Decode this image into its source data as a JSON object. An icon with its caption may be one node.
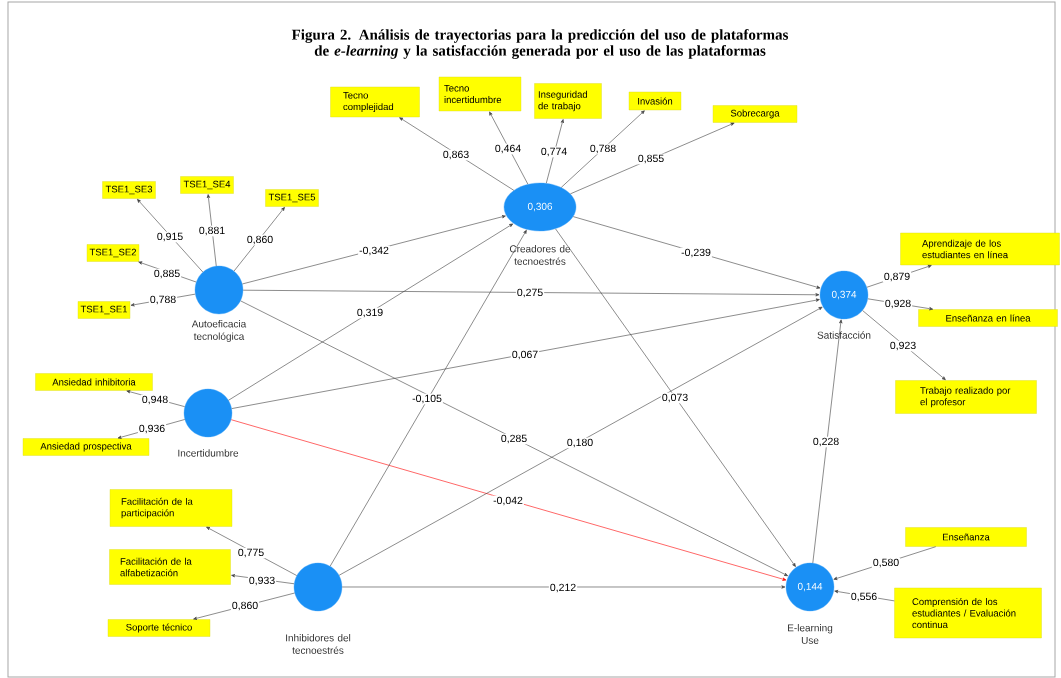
{
  "diagram": {
    "title": "Figura 2. Análisis de trayectorias para la predicción del uso de plataformas de *e-learning* y la satisfacción generada por el uso de las plataformas",
    "nodes": [
      {
        "text": [],
        "shape": "circle",
        "beside": [
          "Autoeficacia tecnológica"
        ]
      },
      {
        "text": [
          "0,306"
        ],
        "beside": [
          "Creadores de tecnoestrés"
        ]
      },
      {
        "text": [
          "0,374"
        ],
        "beside": [
          "Satisfacción"
        ]
      },
      {
        "text": [],
        "shape": "circle",
        "beside": [
          "Incertidumbre"
        ]
      },
      {
        "text": [],
        "shape": "circle",
        "beside": [
          "Inhibidores del tecnoestrés"
        ]
      },
      {
        "text": [
          "0,144"
        ],
        "beside": [
          "E-learning Use"
        ]
      },
      {
        "text": [
          "TSE1_SE1"
        ]
      },
      {
        "text": [
          "TSE1_SE2"
        ]
      },
      {
        "text": [
          "TSE1_SE3"
        ]
      },
      {
        "text": [
          "TSE1_SE4"
        ]
      },
      {
        "text": [
          "TSE1_SE5"
        ]
      },
      {
        "text": [
          "Tecno complejidad"
        ]
      },
      {
        "text": [
          "Tecno incertidumbre"
        ]
      },
      {
        "text": [
          "Inseguridad de trabajo"
        ]
      },
      {
        "text": [
          "Invasión"
        ]
      },
      {
        "text": [
          "Sobrecarga"
        ]
      },
      {
        "text": [
          "Aprendizaje de los estudiantes en línea"
        ]
      },
      {
        "text": [
          "Enseñanza en línea"
        ]
      },
      {
        "text": [
          "Trabajo realizado por el profesor"
        ]
      },
      {
        "text": [
          "Ansiedad inhibitoria"
        ]
      },
      {
        "text": [
          "Ansiedad prospectiva"
        ]
      },
      {
        "text": [
          "Facilitación de la participación"
        ]
      },
      {
        "text": [
          "Facilitación de la alfabetización"
        ]
      },
      {
        "text": [
          "Soporte técnico"
        ]
      },
      {
        "text": [
          "Enseñanza"
        ]
      },
      {
        "text": [
          "Comprensión de los estudiantes / Evaluación continua"
        ]
      }
    ],
    "edges": [
      {
        "from": 0,
        "to": 6,
        "arrow": "to",
        "label": "0,788"
      },
      {
        "from": 0,
        "to": 7,
        "arrow": "to",
        "label": "0,885"
      },
      {
        "from": 0,
        "to": 8,
        "arrow": "to",
        "label": "0,915"
      },
      {
        "from": 0,
        "to": 9,
        "arrow": "to",
        "label": "0,881"
      },
      {
        "from": 0,
        "to": 10,
        "arrow": "to",
        "label": "0,860"
      },
      {
        "from": 1,
        "to": 11,
        "arrow": "to",
        "label": "0,863"
      },
      {
        "from": 1,
        "to": 12,
        "arrow": "to",
        "label": "0,464"
      },
      {
        "from": 1,
        "to": 13,
        "arrow": "to",
        "label": "0,774"
      },
      {
        "from": 1,
        "to": 14,
        "arrow": "to",
        "label": "0,788"
      },
      {
        "from": 1,
        "to": 15,
        "arrow": "to",
        "label": "0,855"
      },
      {
        "from": 2,
        "to": 16,
        "arrow": "to",
        "label": "0,879"
      },
      {
        "from": 2,
        "to": 17,
        "arrow": "to",
        "label": "0,928"
      },
      {
        "from": 2,
        "to": 18,
        "arrow": "to",
        "label": "0,923"
      },
      {
        "from": 3,
        "to": 19,
        "arrow": "to",
        "label": "0,948"
      },
      {
        "from": 3,
        "to": 20,
        "arrow": "to",
        "label": "0,936"
      },
      {
        "from": 4,
        "to": 21,
        "arrow": "to",
        "label": "0,775"
      },
      {
        "from": 4,
        "to": 22,
        "arrow": "to",
        "label": "0,933"
      },
      {
        "from": 4,
        "to": 23,
        "arrow": "to",
        "label": "0,860"
      },
      {
        "from": 24,
        "to": 5,
        "arrow": "to",
        "label": "0,580"
      },
      {
        "from": 25,
        "to": 5,
        "arrow": "to",
        "label": "0,556"
      },
      {
        "from": 0,
        "to": 1,
        "arrow": "to",
        "label": "-0,342"
      },
      {
        "from": 0,
        "to": 2,
        "arrow": "to",
        "label": "0,275"
      },
      {
        "from": 0,
        "to": 5,
        "arrow": "to",
        "label": "0,285"
      },
      {
        "from": 3,
        "to": 1,
        "arrow": "to",
        "label": "0,319"
      },
      {
        "from": 3,
        "to": 2,
        "arrow": "to",
        "label": "0,067"
      },
      {
        "from": 3,
        "to": 5,
        "arrow": "to",
        "label": "-0,042",
        "color": "#ff0000"
      },
      {
        "from": 4,
        "to": 1,
        "arrow": "to",
        "label": "-0,105"
      },
      {
        "from": 4,
        "to": 2,
        "arrow": "to",
        "label": "0,180"
      },
      {
        "from": 4,
        "to": 5,
        "arrow": "to",
        "label": "0,212"
      },
      {
        "from": 1,
        "to": 2,
        "arrow": "to",
        "label": "-0,239"
      },
      {
        "from": 1,
        "to": 5,
        "arrow": "to",
        "label": "0,073"
      },
      {
        "from": 5,
        "to": 2,
        "arrow": "to",
        "label": "0,228"
      }
    ]
  }
}
